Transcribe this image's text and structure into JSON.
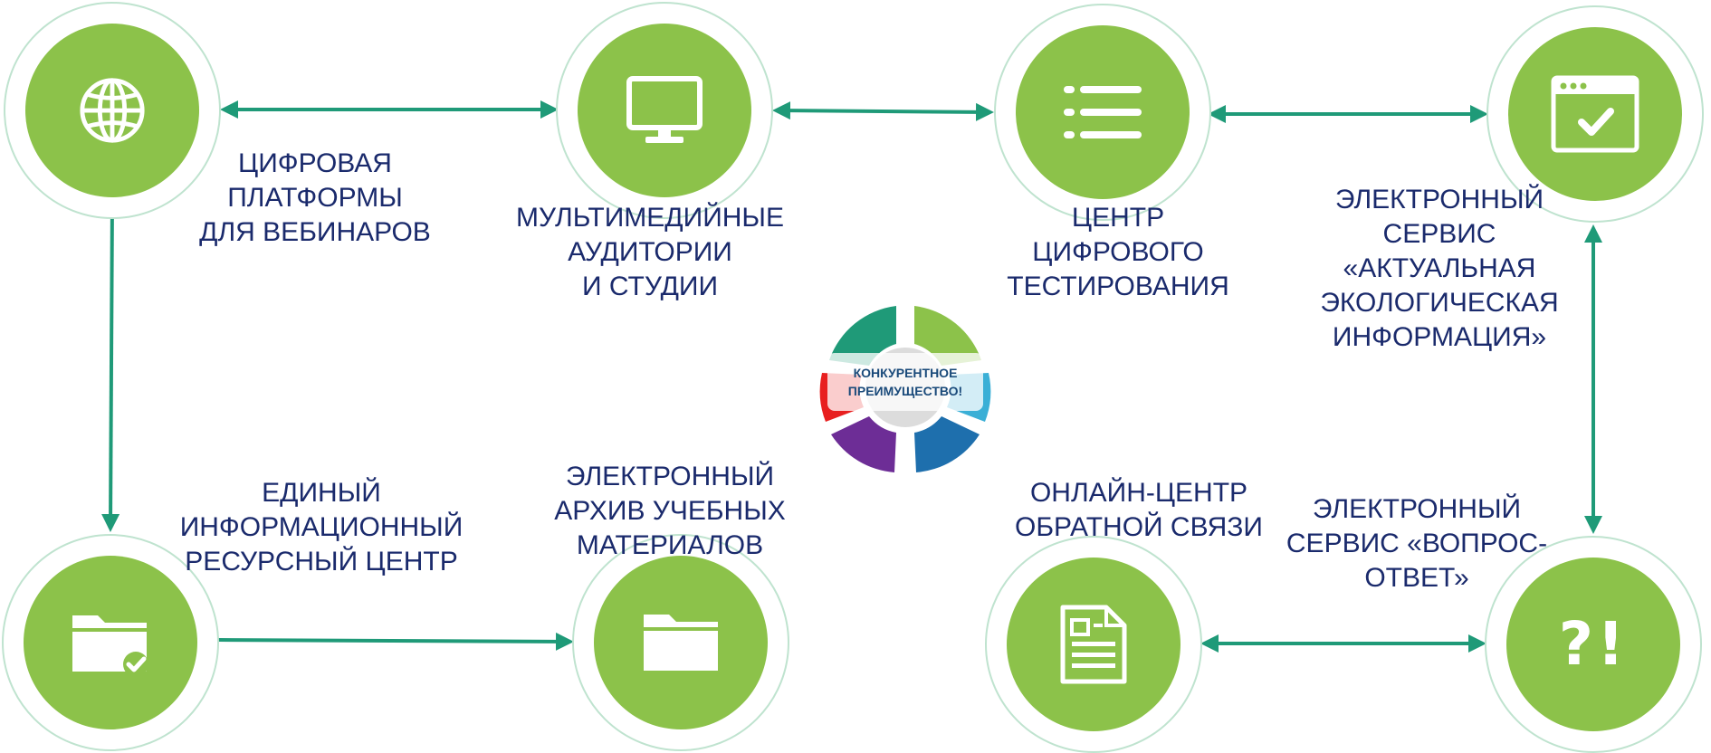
{
  "colors": {
    "node_fill": "#8cc24a",
    "node_ring": "#bfe3cf",
    "connector": "#1f9a78",
    "label_text": "#1a2a6c",
    "hub_segments": [
      "#1f9a78",
      "#8cc24a",
      "#3aafd6",
      "#1e6fad",
      "#6d2d96",
      "#e81f1f"
    ]
  },
  "nodes": [
    {
      "id": "webinar",
      "icon": "globe-icon",
      "label_lines": [
        "ЦИФРОВАЯ",
        "ПЛАТФОРМЫ",
        "ДЛЯ ВЕБИНАРОВ"
      ]
    },
    {
      "id": "multimedia",
      "icon": "monitor-icon",
      "label_lines": [
        "МУЛЬТИМЕДИЙНЫЕ",
        "АУДИТОРИИ",
        "И СТУДИИ"
      ]
    },
    {
      "id": "testing",
      "icon": "list-icon",
      "label_lines": [
        "ЦЕНТР",
        "ЦИФРОВОГО",
        "ТЕСТИРОВАНИЯ"
      ]
    },
    {
      "id": "eco",
      "icon": "browser-check-icon",
      "label_lines": [
        "ЭЛЕКТРОННЫЙ",
        "СЕРВИС",
        "«АКТУАЛЬНАЯ",
        "ЭКОЛОГИЧЕСКАЯ",
        "ИНФОРМАЦИЯ»"
      ]
    },
    {
      "id": "resource",
      "icon": "folder-check-icon",
      "label_lines": [
        "ЕДИНЫЙ",
        "ИНФОРМАЦИОННЫЙ",
        "РЕСУРСНЫЙ ЦЕНТР"
      ]
    },
    {
      "id": "archive",
      "icon": "folder-icon",
      "label_lines": [
        "ЭЛЕКТРОННЫЙ",
        "АРХИВ УЧЕБНЫХ",
        "МАТЕРИАЛОВ"
      ]
    },
    {
      "id": "feedback",
      "icon": "document-icon",
      "label_lines": [
        "ОНЛАЙН-ЦЕНТР",
        "ОБРАТНОЙ СВЯЗИ"
      ]
    },
    {
      "id": "qa",
      "icon": "question-exclamation-icon",
      "icon_text": "?!",
      "label_lines": [
        "ЭЛЕКТРОННЫЙ",
        "СЕРВИС «ВОПРОС-",
        "ОТВЕТ»"
      ]
    }
  ],
  "hub": {
    "icon": "hub-segments-icon",
    "lines": [
      "КОНКУРЕНТНОЕ",
      "ПРЕИМУЩЕСТВО!"
    ]
  }
}
